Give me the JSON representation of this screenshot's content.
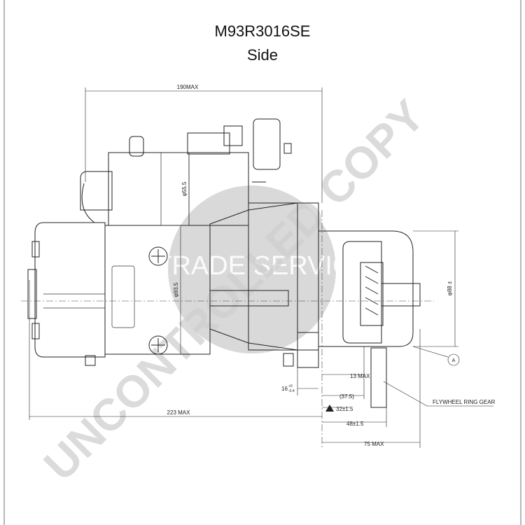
{
  "title": "M93R3016SE",
  "subtitle": "Side",
  "watermark": {
    "main": "UNCONTROLLED COPY",
    "badge": "TRADE SERVICE"
  },
  "dimensions": {
    "overall_width": "190MAX",
    "overall_length": "223 MAX",
    "solenoid_dia": "φ55.5",
    "motor_dia": "φ93.5",
    "pinion_dia": "φ88 ±",
    "flange_offset": "13 MAX",
    "recess": "(37.5)",
    "flange_to_pinion": "32±1.5",
    "pinion_extent": "48±1.5",
    "nose_length": "75 MAX",
    "flange_thickness": "16",
    "flange_thickness_tol_upper": "+0",
    "flange_thickness_tol_lower": "-0.4"
  },
  "labels": {
    "datum": "A",
    "flywheel": "FLYWHEEL RING GEAR"
  }
}
